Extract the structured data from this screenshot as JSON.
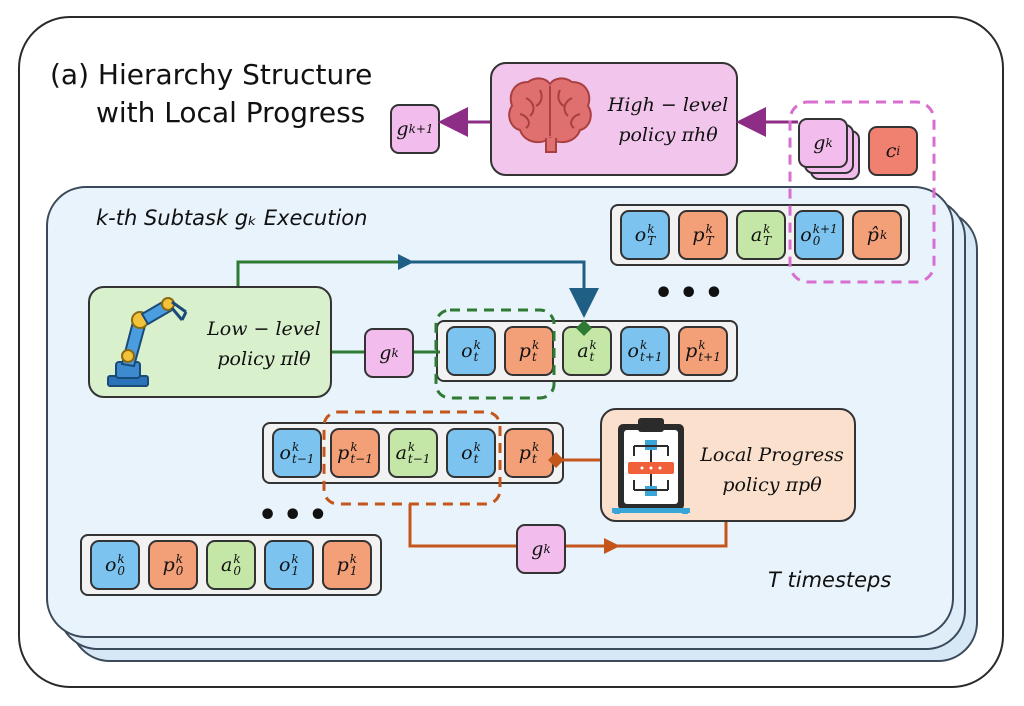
{
  "title": {
    "line1": "(a) Hierarchy Structure",
    "line2": "with Local Progress"
  },
  "panel_title": "k-th Subtask gₖ Execution",
  "timesteps_label": "T timesteps",
  "ellipsis": "•••",
  "high_policy": {
    "line1": "High − level",
    "line2": "policy π",
    "sup": "h",
    "sub": "θ"
  },
  "low_policy": {
    "line1": "Low − level",
    "line2": "policy π",
    "sup": "l",
    "sub": "θ"
  },
  "local_policy": {
    "line1": "Local Progress",
    "line2": "policy π",
    "sup": "p",
    "sub": "θ"
  },
  "tokens": {
    "g_next": {
      "base": "g",
      "sub": "k+1",
      "sup": ""
    },
    "g_k": {
      "base": "g",
      "sub": "k",
      "sup": ""
    },
    "c_i": {
      "base": "c",
      "sub": "i",
      "sup": ""
    },
    "top_seq": [
      {
        "kind": "obs",
        "base": "o",
        "sup": "k",
        "sub": "T"
      },
      {
        "kind": "prog",
        "base": "p",
        "sup": "k",
        "sub": "T"
      },
      {
        "kind": "act",
        "base": "a",
        "sup": "k",
        "sub": "T"
      },
      {
        "kind": "obs",
        "base": "o",
        "sup": "k+1",
        "sub": "0"
      },
      {
        "kind": "prog",
        "base": "p̂",
        "sup": "",
        "sub": "k"
      }
    ],
    "mid_seq": [
      {
        "kind": "obs",
        "base": "o",
        "sup": "k",
        "sub": "t"
      },
      {
        "kind": "prog",
        "base": "p",
        "sup": "k",
        "sub": "t"
      },
      {
        "kind": "act",
        "base": "a",
        "sup": "k",
        "sub": "t"
      },
      {
        "kind": "obs",
        "base": "o",
        "sup": "k",
        "sub": "t+1"
      },
      {
        "kind": "prog",
        "base": "p",
        "sup": "k",
        "sub": "t+1"
      }
    ],
    "low_seq": [
      {
        "kind": "obs",
        "base": "o",
        "sup": "k",
        "sub": "t−1"
      },
      {
        "kind": "prog",
        "base": "p",
        "sup": "k",
        "sub": "t−1"
      },
      {
        "kind": "act",
        "base": "a",
        "sup": "k",
        "sub": "t−1"
      },
      {
        "kind": "obs",
        "base": "o",
        "sup": "k",
        "sub": "t"
      },
      {
        "kind": "prog",
        "base": "p",
        "sup": "k",
        "sub": "t"
      }
    ],
    "bottom_seq": [
      {
        "kind": "obs",
        "base": "o",
        "sup": "k",
        "sub": "0"
      },
      {
        "kind": "prog",
        "base": "p",
        "sup": "k",
        "sub": "0"
      },
      {
        "kind": "act",
        "base": "a",
        "sup": "k",
        "sub": "0"
      },
      {
        "kind": "obs",
        "base": "o",
        "sup": "k",
        "sub": "1"
      },
      {
        "kind": "prog",
        "base": "p",
        "sup": "k",
        "sub": "1"
      }
    ]
  },
  "colors": {
    "observation": "#7cc4ef",
    "progress": "#f3a079",
    "action": "#c4e6a6",
    "goal": "#f2bdec",
    "context": "#f08070",
    "arrow_purple": "#8e2d86",
    "arrow_green": "#2f7a33",
    "arrow_blue": "#1f5f86",
    "arrow_orange": "#c4561c",
    "dash_pink": "#d86fd0",
    "dash_green": "#2f7a33",
    "dash_orange": "#c4561c"
  },
  "icons": {
    "high": "brain-icon",
    "low": "robot-arm-icon",
    "local": "clipboard-icon"
  }
}
